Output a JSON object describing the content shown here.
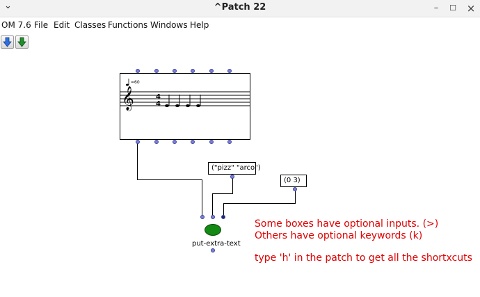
{
  "window": {
    "title": "^Patch 22",
    "chevron": "⌄",
    "controls": {
      "minimize": "–",
      "maximize": "☐",
      "close": "×"
    }
  },
  "menu": [
    "OM 7.6",
    "File",
    "Edit",
    "Classes",
    "Functions",
    "Windows",
    "Help"
  ],
  "toolbar": [
    {
      "icon": "arrow-down-blue-icon",
      "color": "#2f6fe0"
    },
    {
      "icon": "arrow-down-green-icon",
      "color": "#1f8f2a"
    }
  ],
  "score_box": {
    "tempo": "=60",
    "notes_count": 4
  },
  "boxes": {
    "pizz_arco": {
      "text": "(\"pizz\" \"arco\")"
    },
    "list_03": {
      "text": "(0 3)"
    }
  },
  "function_box": {
    "name": "put-extra-text",
    "color": "#138a13"
  },
  "comments": [
    "Some boxes have optional inputs. (>)",
    "Others have optional keywords (k)",
    "type 'h' in the patch to get all the shortxcuts"
  ],
  "colors": {
    "accent_text": "#e00000",
    "port": "#7a7fd8"
  }
}
